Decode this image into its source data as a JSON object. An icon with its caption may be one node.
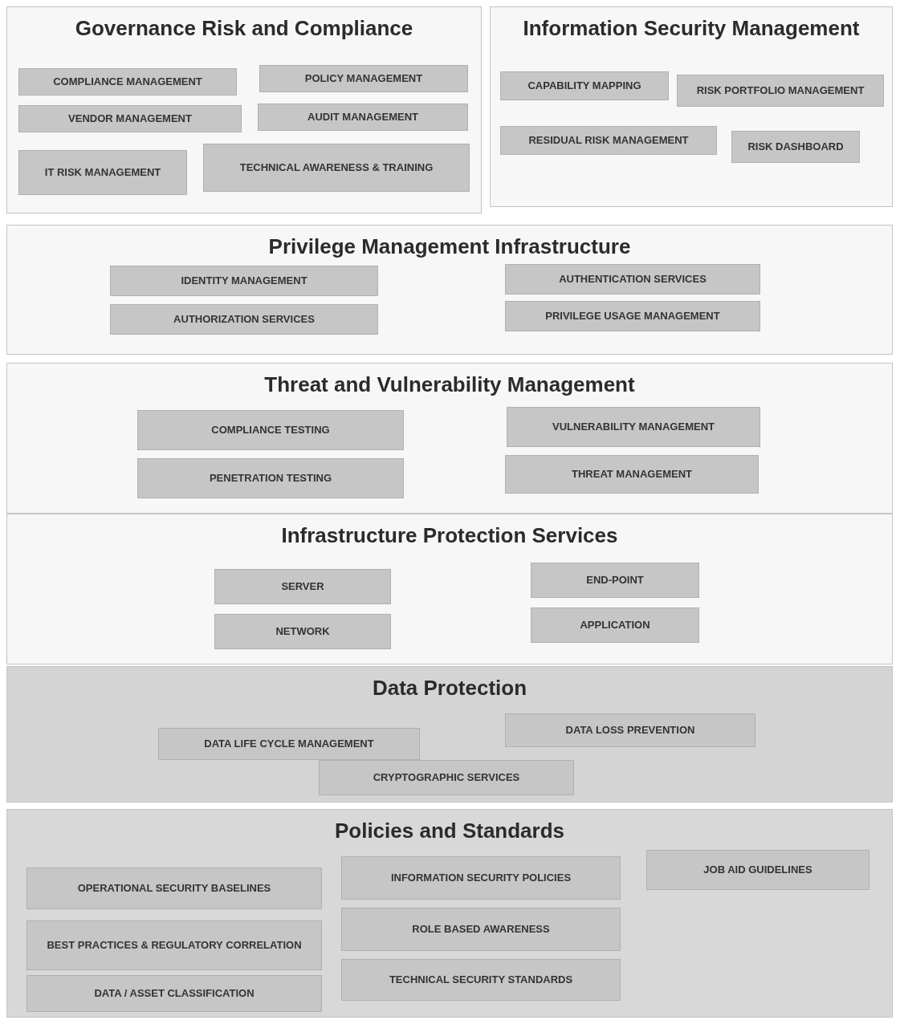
{
  "diagram": {
    "nodes": [
      {
        "text": [
          "Governance Risk and Compliance"
        ]
      },
      {
        "text": [
          "COMPLIANCE MANAGEMENT"
        ],
        "in": 0
      },
      {
        "text": [
          "POLICY MANAGEMENT"
        ],
        "in": 0
      },
      {
        "text": [
          "VENDOR MANAGEMENT"
        ],
        "in": 0
      },
      {
        "text": [
          "AUDIT MANAGEMENT"
        ],
        "in": 0
      },
      {
        "text": [
          "IT RISK MANAGEMENT"
        ],
        "in": 0
      },
      {
        "text": [
          "TECHNICAL AWARENESS & TRAINING"
        ],
        "in": 0
      },
      {
        "text": [
          "Information Security Management"
        ]
      },
      {
        "text": [
          "CAPABILITY MAPPING"
        ],
        "in": 7
      },
      {
        "text": [
          "RISK PORTFOLIO MANAGEMENT"
        ],
        "in": 7
      },
      {
        "text": [
          "RESIDUAL RISK MANAGEMENT"
        ],
        "in": 7
      },
      {
        "text": [
          "RISK DASHBOARD"
        ],
        "in": 7
      },
      {
        "text": [
          "Privilege Management Infrastructure"
        ]
      },
      {
        "text": [
          "IDENTITY MANAGEMENT"
        ],
        "in": 12
      },
      {
        "text": [
          "AUTHENTICATION SERVICES"
        ],
        "in": 12
      },
      {
        "text": [
          "AUTHORIZATION SERVICES"
        ],
        "in": 12
      },
      {
        "text": [
          "PRIVILEGE USAGE MANAGEMENT"
        ],
        "in": 12
      },
      {
        "text": [
          "Threat and Vulnerability Management"
        ]
      },
      {
        "text": [
          "COMPLIANCE TESTING"
        ],
        "in": 17
      },
      {
        "text": [
          "VULNERABILITY MANAGEMENT"
        ],
        "in": 17
      },
      {
        "text": [
          "PENETRATION TESTING"
        ],
        "in": 17
      },
      {
        "text": [
          "THREAT MANAGEMENT"
        ],
        "in": 17
      },
      {
        "text": [
          "Infrastructure Protection Services"
        ]
      },
      {
        "text": [
          "SERVER"
        ],
        "in": 22
      },
      {
        "text": [
          "END-POINT"
        ],
        "in": 22
      },
      {
        "text": [
          "NETWORK"
        ],
        "in": 22
      },
      {
        "text": [
          "APPLICATION"
        ],
        "in": 22
      },
      {
        "text": [
          "Data Protection"
        ]
      },
      {
        "text": [
          "DATA LIFE CYCLE MANAGEMENT"
        ],
        "in": 27
      },
      {
        "text": [
          "DATA LOSS PREVENTION"
        ],
        "in": 27
      },
      {
        "text": [
          "CRYPTOGRAPHIC SERVICES"
        ],
        "in": 27
      },
      {
        "text": [
          "Policies and Standards"
        ]
      },
      {
        "text": [
          "OPERATIONAL SECURITY BASELINES"
        ],
        "in": 31
      },
      {
        "text": [
          "INFORMATION SECURITY POLICIES"
        ],
        "in": 31
      },
      {
        "text": [
          "JOB AID GUIDELINES"
        ],
        "in": 31
      },
      {
        "text": [
          "BEST PRACTICES & REGULATORY CORRELATION"
        ],
        "in": 31
      },
      {
        "text": [
          "ROLE BASED AWARENESS"
        ],
        "in": 31
      },
      {
        "text": [
          "DATA / ASSET CLASSIFICATION"
        ],
        "in": 31
      },
      {
        "text": [
          "TECHNICAL SECURITY STANDARDS"
        ],
        "in": 31
      }
    ]
  }
}
